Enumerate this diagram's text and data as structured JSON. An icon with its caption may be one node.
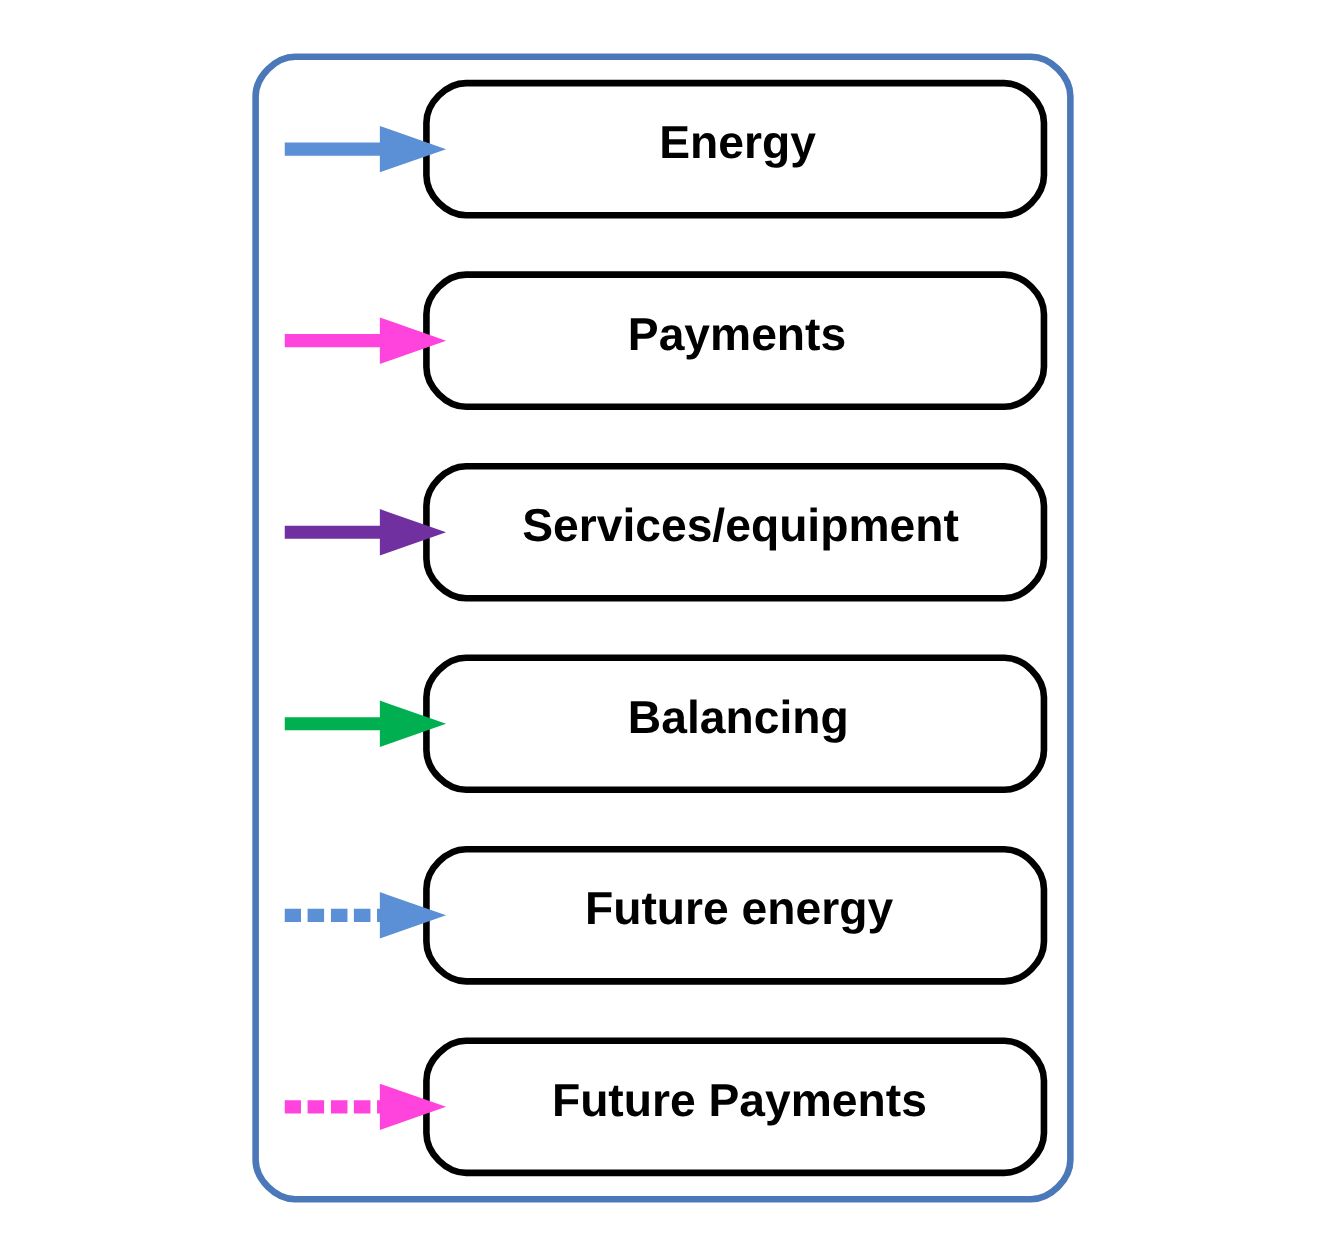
{
  "diagram": {
    "nodes": [
      {
        "text": [],
        "shape": "box"
      },
      {
        "text": [
          "Energy"
        ],
        "in": 0
      },
      {
        "text": [
          "Payments"
        ],
        "in": 0
      },
      {
        "text": [
          "Services/equipment"
        ],
        "in": 0
      },
      {
        "text": [
          "Balancing"
        ],
        "in": 0
      },
      {
        "text": [
          "Future energy"
        ],
        "in": 0
      },
      {
        "text": [
          "Future Payments"
        ],
        "in": 0
      }
    ],
    "edges": [
      {
        "from": null,
        "to": 1,
        "arrow": "to",
        "color": "#5b8fd6"
      },
      {
        "from": null,
        "to": 2,
        "arrow": "to",
        "color": "#ff44dd"
      },
      {
        "from": null,
        "to": 3,
        "arrow": "to",
        "color": "#7030a0"
      },
      {
        "from": null,
        "to": 4,
        "arrow": "to",
        "color": "#00b050"
      },
      {
        "from": null,
        "to": 5,
        "arrow": "to",
        "style": "dashed",
        "color": "#5b8fd6"
      },
      {
        "from": null,
        "to": 6,
        "arrow": "to",
        "style": "dashed",
        "color": "#ff44dd"
      }
    ]
  }
}
